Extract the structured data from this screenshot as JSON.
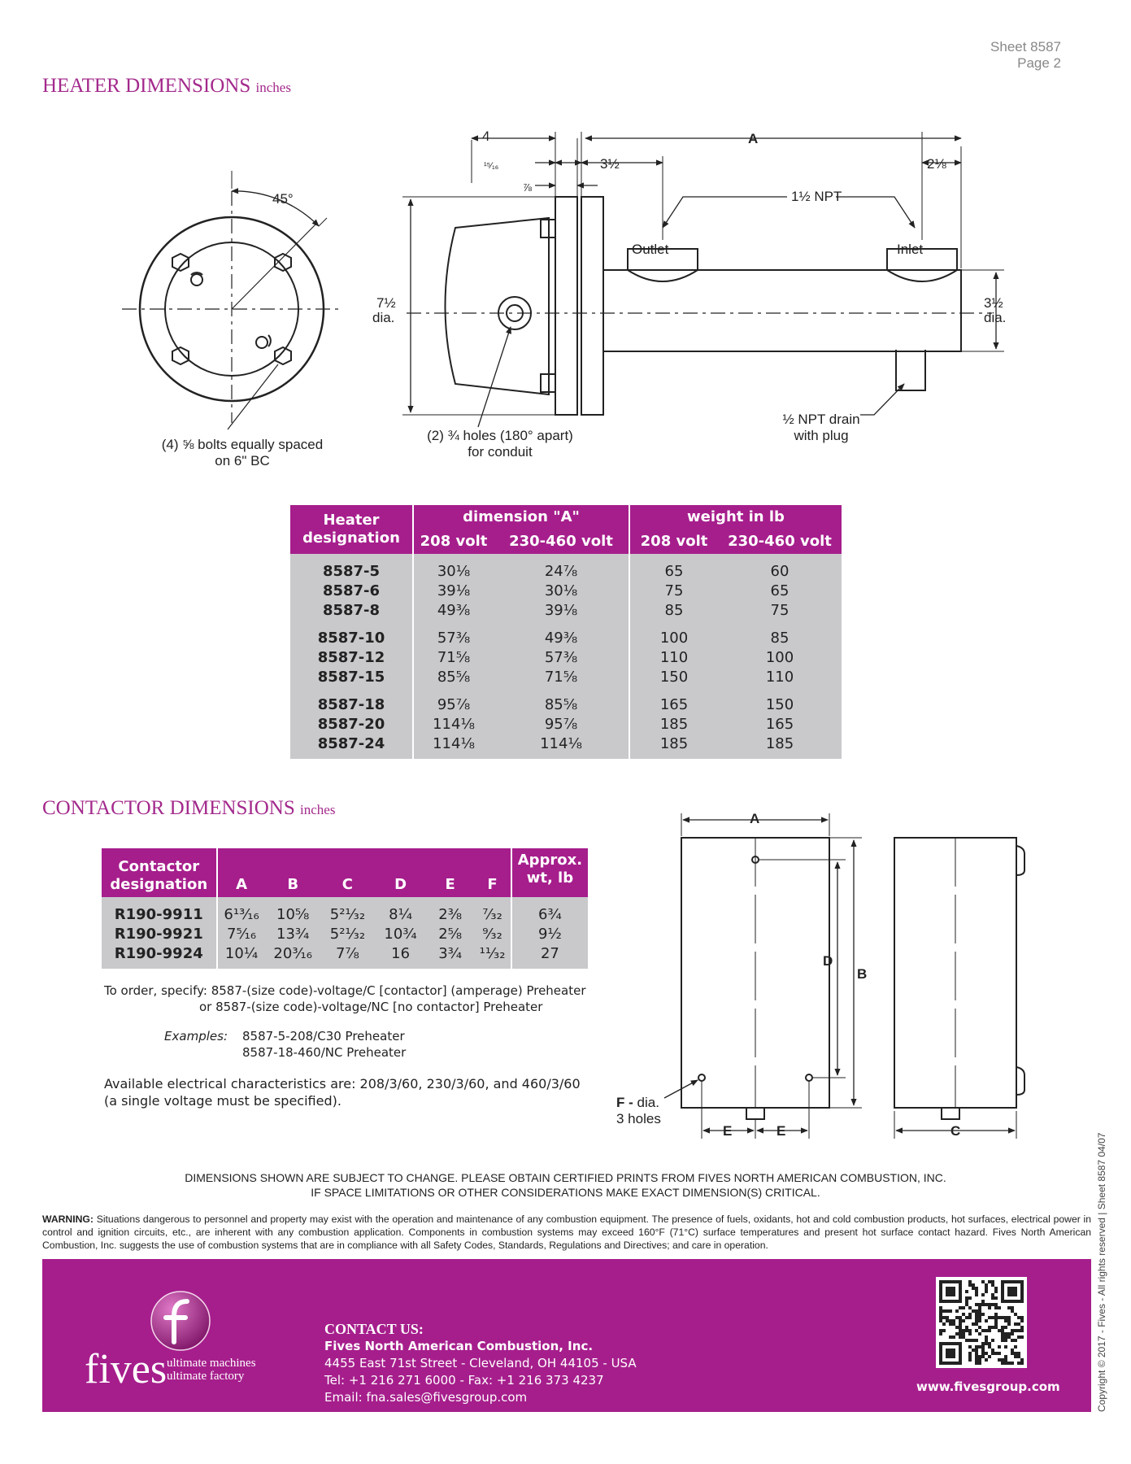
{
  "header": {
    "sheet": "Sheet 8587",
    "page": "Page 2"
  },
  "heater_section": {
    "title": "HEATER DIMENSIONS",
    "unit": "inches"
  },
  "heater_drawing": {
    "angle": "45°",
    "bolts_line1": "(4) ⅝ bolts equally spaced",
    "bolts_line2": "on 6\" BC",
    "holes_line1": "(2) ¾ holes (180° apart)",
    "holes_line2": "for conduit",
    "drain_line1": "½ NPT drain",
    "drain_line2": "with plug",
    "dim_4": "4",
    "dim_15_16": "¹⁵⁄₁₆",
    "dim_7_8": "⅞",
    "dim_3_5": "3½",
    "dim_A": "A",
    "dim_2_1_8": "2⅛",
    "npt": "1½ NPT",
    "outlet": "Outlet",
    "inlet": "Inlet",
    "dia_left_value": "7½",
    "dia_left_unit": "dia.",
    "dia_right_value": "3½",
    "dia_right_unit": "dia."
  },
  "heater_table": {
    "h_designation_1": "Heater",
    "h_designation_2": "designation",
    "h_dimension": "dimension \"A\"",
    "h_weight": "weight in lb",
    "h_208": "208 volt",
    "h_230": "230-460 volt",
    "h_208b": "208 volt",
    "h_230b": "230-460 volt",
    "rows": [
      {
        "d": "8587-5",
        "a208": "30⅛",
        "a230": "24⅞",
        "w208": "65",
        "w230": "60"
      },
      {
        "d": "8587-6",
        "a208": "39⅛",
        "a230": "30⅛",
        "w208": "75",
        "w230": "65"
      },
      {
        "d": "8587-8",
        "a208": "49⅜",
        "a230": "39⅛",
        "w208": "85",
        "w230": "75"
      },
      {
        "d": "8587-10",
        "a208": "57⅜",
        "a230": "49⅜",
        "w208": "100",
        "w230": "85"
      },
      {
        "d": "8587-12",
        "a208": "71⅝",
        "a230": "57⅜",
        "w208": "110",
        "w230": "100"
      },
      {
        "d": "8587-15",
        "a208": "85⅝",
        "a230": "71⅝",
        "w208": "150",
        "w230": "110"
      },
      {
        "d": "8587-18",
        "a208": "95⅞",
        "a230": "85⅝",
        "w208": "165",
        "w230": "150"
      },
      {
        "d": "8587-20",
        "a208": "114⅛",
        "a230": "95⅞",
        "w208": "185",
        "w230": "165"
      },
      {
        "d": "8587-24",
        "a208": "114⅛",
        "a230": "114⅛",
        "w208": "185",
        "w230": "185"
      }
    ]
  },
  "contactor_section": {
    "title": "CONTACTOR DIMENSIONS",
    "unit": "inches"
  },
  "contactor_table": {
    "h_designation_1": "Contactor",
    "h_designation_2": "designation",
    "h_A": "A",
    "h_B": "B",
    "h_C": "C",
    "h_D": "D",
    "h_E": "E",
    "h_F": "F",
    "h_wt_1": "Approx.",
    "h_wt_2": "wt, lb",
    "rows": [
      {
        "d": "R190-9911",
        "A": "6¹³⁄₁₆",
        "B": "10⅝",
        "C": "5²¹⁄₃₂",
        "D": "8¼",
        "E": "2⅜",
        "F": "⁷⁄₃₂",
        "wt": "6¾"
      },
      {
        "d": "R190-9921",
        "A": "7⁵⁄₁₆",
        "B": "13¾",
        "C": "5²¹⁄₃₂",
        "D": "10¾",
        "E": "2⅝",
        "F": "⁹⁄₃₂",
        "wt": "9½"
      },
      {
        "d": "R190-9924",
        "A": "10¼",
        "B": "20³⁄₁₆",
        "C": "7⅞",
        "D": "16",
        "E": "3¾",
        "F": "¹¹⁄₃₂",
        "wt": "27"
      }
    ]
  },
  "contactor_drawing": {
    "A": "A",
    "B": "B",
    "C": "C",
    "D": "D",
    "E1": "E",
    "E2": "E",
    "f_bold": "F -",
    "f_dia": "dia.",
    "f_holes": "3 holes"
  },
  "ordering": {
    "line1": "To order, specify: 8587-(size code)-voltage/C [contactor] (amperage) Preheater",
    "line2": "or 8587-(size code)-voltage/NC [no contactor] Preheater",
    "examples_label": "Examples:",
    "example1": "8587-5-208/C30 Preheater",
    "example2": "8587-18-460/NC Preheater",
    "available1": "Available electrical characteristics are: 208/3/60, 230/3/60, and 460/3/60",
    "available2": "(a single voltage must be specified)."
  },
  "notice": {
    "line1": "DIMENSIONS SHOWN ARE SUBJECT TO CHANGE. PLEASE OBTAIN CERTIFIED PRINTS FROM FIVES NORTH AMERICAN COMBUSTION, INC.",
    "line2": "IF SPACE LIMITATIONS OR OTHER CONSIDERATIONS MAKE EXACT DIMENSION(S) CRITICAL."
  },
  "warning": {
    "label": "WARNING:",
    "text": "Situations dangerous to personnel and property may exist with the operation and maintenance of any combustion equipment. The presence of fuels, oxidants, hot and cold combustion products, hot surfaces, electrical power in control and ignition circuits, etc., are inherent with any combustion application. Components in combustion systems may exceed 160°F (71°C) surface temperatures and present hot surface contact hazard. Fives North American Combustion, Inc. suggests the use of combustion systems that are in compliance with all Safety Codes, Standards, Regulations and Directives; and care in operation."
  },
  "footer": {
    "brand": "fives",
    "tagline1": "ultimate machines",
    "tagline2": "ultimate factory",
    "contact_title": "CONTACT US:",
    "company": "Fives North American Combustion, Inc.",
    "address": "4455 East 71st Street - Cleveland, OH 44105 - USA",
    "phone": "Tel: +1 216 271 6000 - Fax: +1 216 373 4237",
    "email": "Email: fna.sales@fivesgroup.com",
    "website": "www.fivesgroup.com",
    "brand_color": "#a61e8c"
  },
  "copyright": "Copyright © 2017 - Fives - All rights reserved | Sheet 8587 04/07"
}
